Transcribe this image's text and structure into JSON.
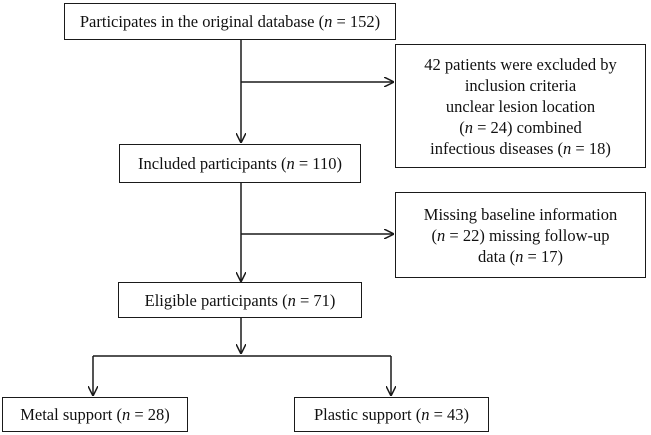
{
  "boxes": {
    "original": {
      "pre": "Participates in the original database (",
      "n": "n",
      "post": " = 152)"
    },
    "excluded1": {
      "line1": "42 patients were excluded by",
      "line2": "inclusion criteria",
      "line3": "unclear lesion location",
      "line4_open": "(",
      "line4_n": "n",
      "line4_post": " = 24) combined",
      "line5_pre": "infectious diseases (",
      "line5_n": "n",
      "line5_post": " = 18)"
    },
    "included": {
      "pre": "Included participants (",
      "n": "n",
      "post": " = 110)"
    },
    "excluded2": {
      "line1": "Missing baseline information",
      "line2_open": "(",
      "line2_n": "n",
      "line2_post": " = 22) missing follow-up",
      "line3_pre": "data (",
      "line3_n": "n",
      "line3_post": " = 17)"
    },
    "eligible": {
      "pre": "Eligible participants (",
      "n": "n",
      "post": " = 71)"
    },
    "metal": {
      "pre": "Metal support (",
      "n": "n",
      "post": " = 28)"
    },
    "plastic": {
      "pre": "Plastic support (",
      "n": "n",
      "post": " = 43)"
    }
  }
}
